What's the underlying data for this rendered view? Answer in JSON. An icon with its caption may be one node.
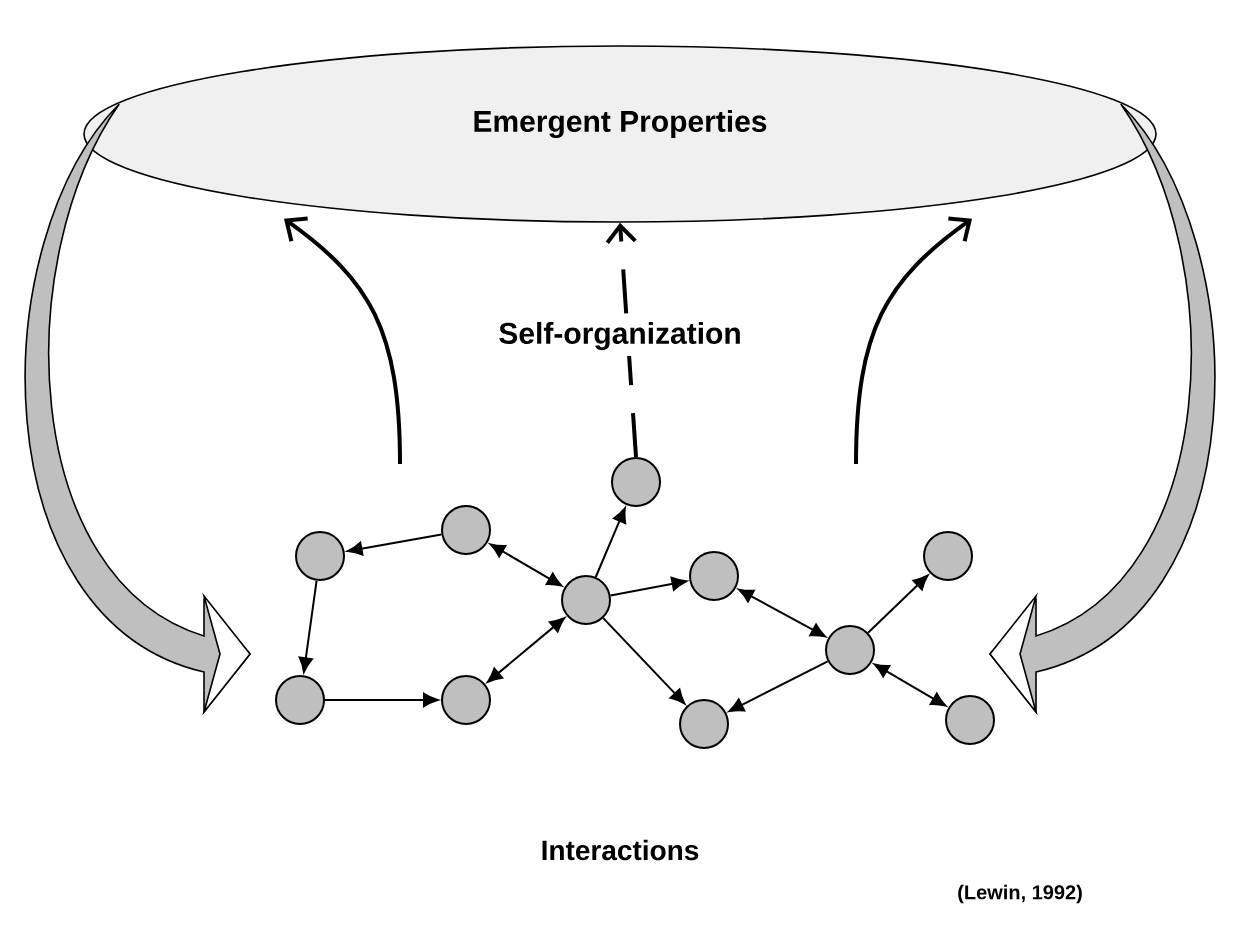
{
  "diagram": {
    "nodes": [
      {
        "text": [
          "Emergent Properties"
        ]
      },
      {
        "text": [],
        "shape": "circle"
      },
      {
        "text": [],
        "shape": "circle"
      },
      {
        "text": [],
        "shape": "circle"
      },
      {
        "text": [],
        "shape": "circle"
      },
      {
        "text": [],
        "shape": "circle"
      },
      {
        "text": [],
        "shape": "circle"
      },
      {
        "text": [],
        "shape": "circle"
      },
      {
        "text": [],
        "shape": "circle"
      },
      {
        "text": [],
        "shape": "circle"
      },
      {
        "text": [],
        "shape": "circle"
      },
      {
        "text": [],
        "shape": "circle"
      }
    ],
    "edges": [
      {
        "from": 2,
        "to": 1,
        "arrow": "to"
      },
      {
        "from": 1,
        "to": 7,
        "arrow": "to"
      },
      {
        "from": 7,
        "to": 8,
        "arrow": "to"
      },
      {
        "from": 2,
        "to": 4,
        "arrow": "both"
      },
      {
        "from": 8,
        "to": 4,
        "arrow": "both"
      },
      {
        "from": 4,
        "to": 3,
        "arrow": "to"
      },
      {
        "from": 4,
        "to": 5,
        "arrow": "to"
      },
      {
        "from": 4,
        "to": 10,
        "arrow": "to"
      },
      {
        "from": 5,
        "to": 9,
        "arrow": "both"
      },
      {
        "from": 9,
        "to": 10,
        "arrow": "to"
      },
      {
        "from": 9,
        "to": 6,
        "arrow": "to"
      },
      {
        "from": 9,
        "to": 11,
        "arrow": "both"
      },
      {
        "from": null,
        "to": 0,
        "arrow": "to"
      },
      {
        "from": 3,
        "to": 0,
        "arrow": "to",
        "label": "Self-organization",
        "style": "dashed"
      },
      {
        "from": null,
        "to": 0,
        "arrow": "to"
      },
      {
        "from": 0,
        "to": null,
        "arrow": "to",
        "style": "thick"
      },
      {
        "from": 0,
        "to": null,
        "arrow": "to",
        "style": "thick"
      }
    ],
    "labels": [
      "Interactions",
      "(Lewin, 1992)"
    ]
  }
}
